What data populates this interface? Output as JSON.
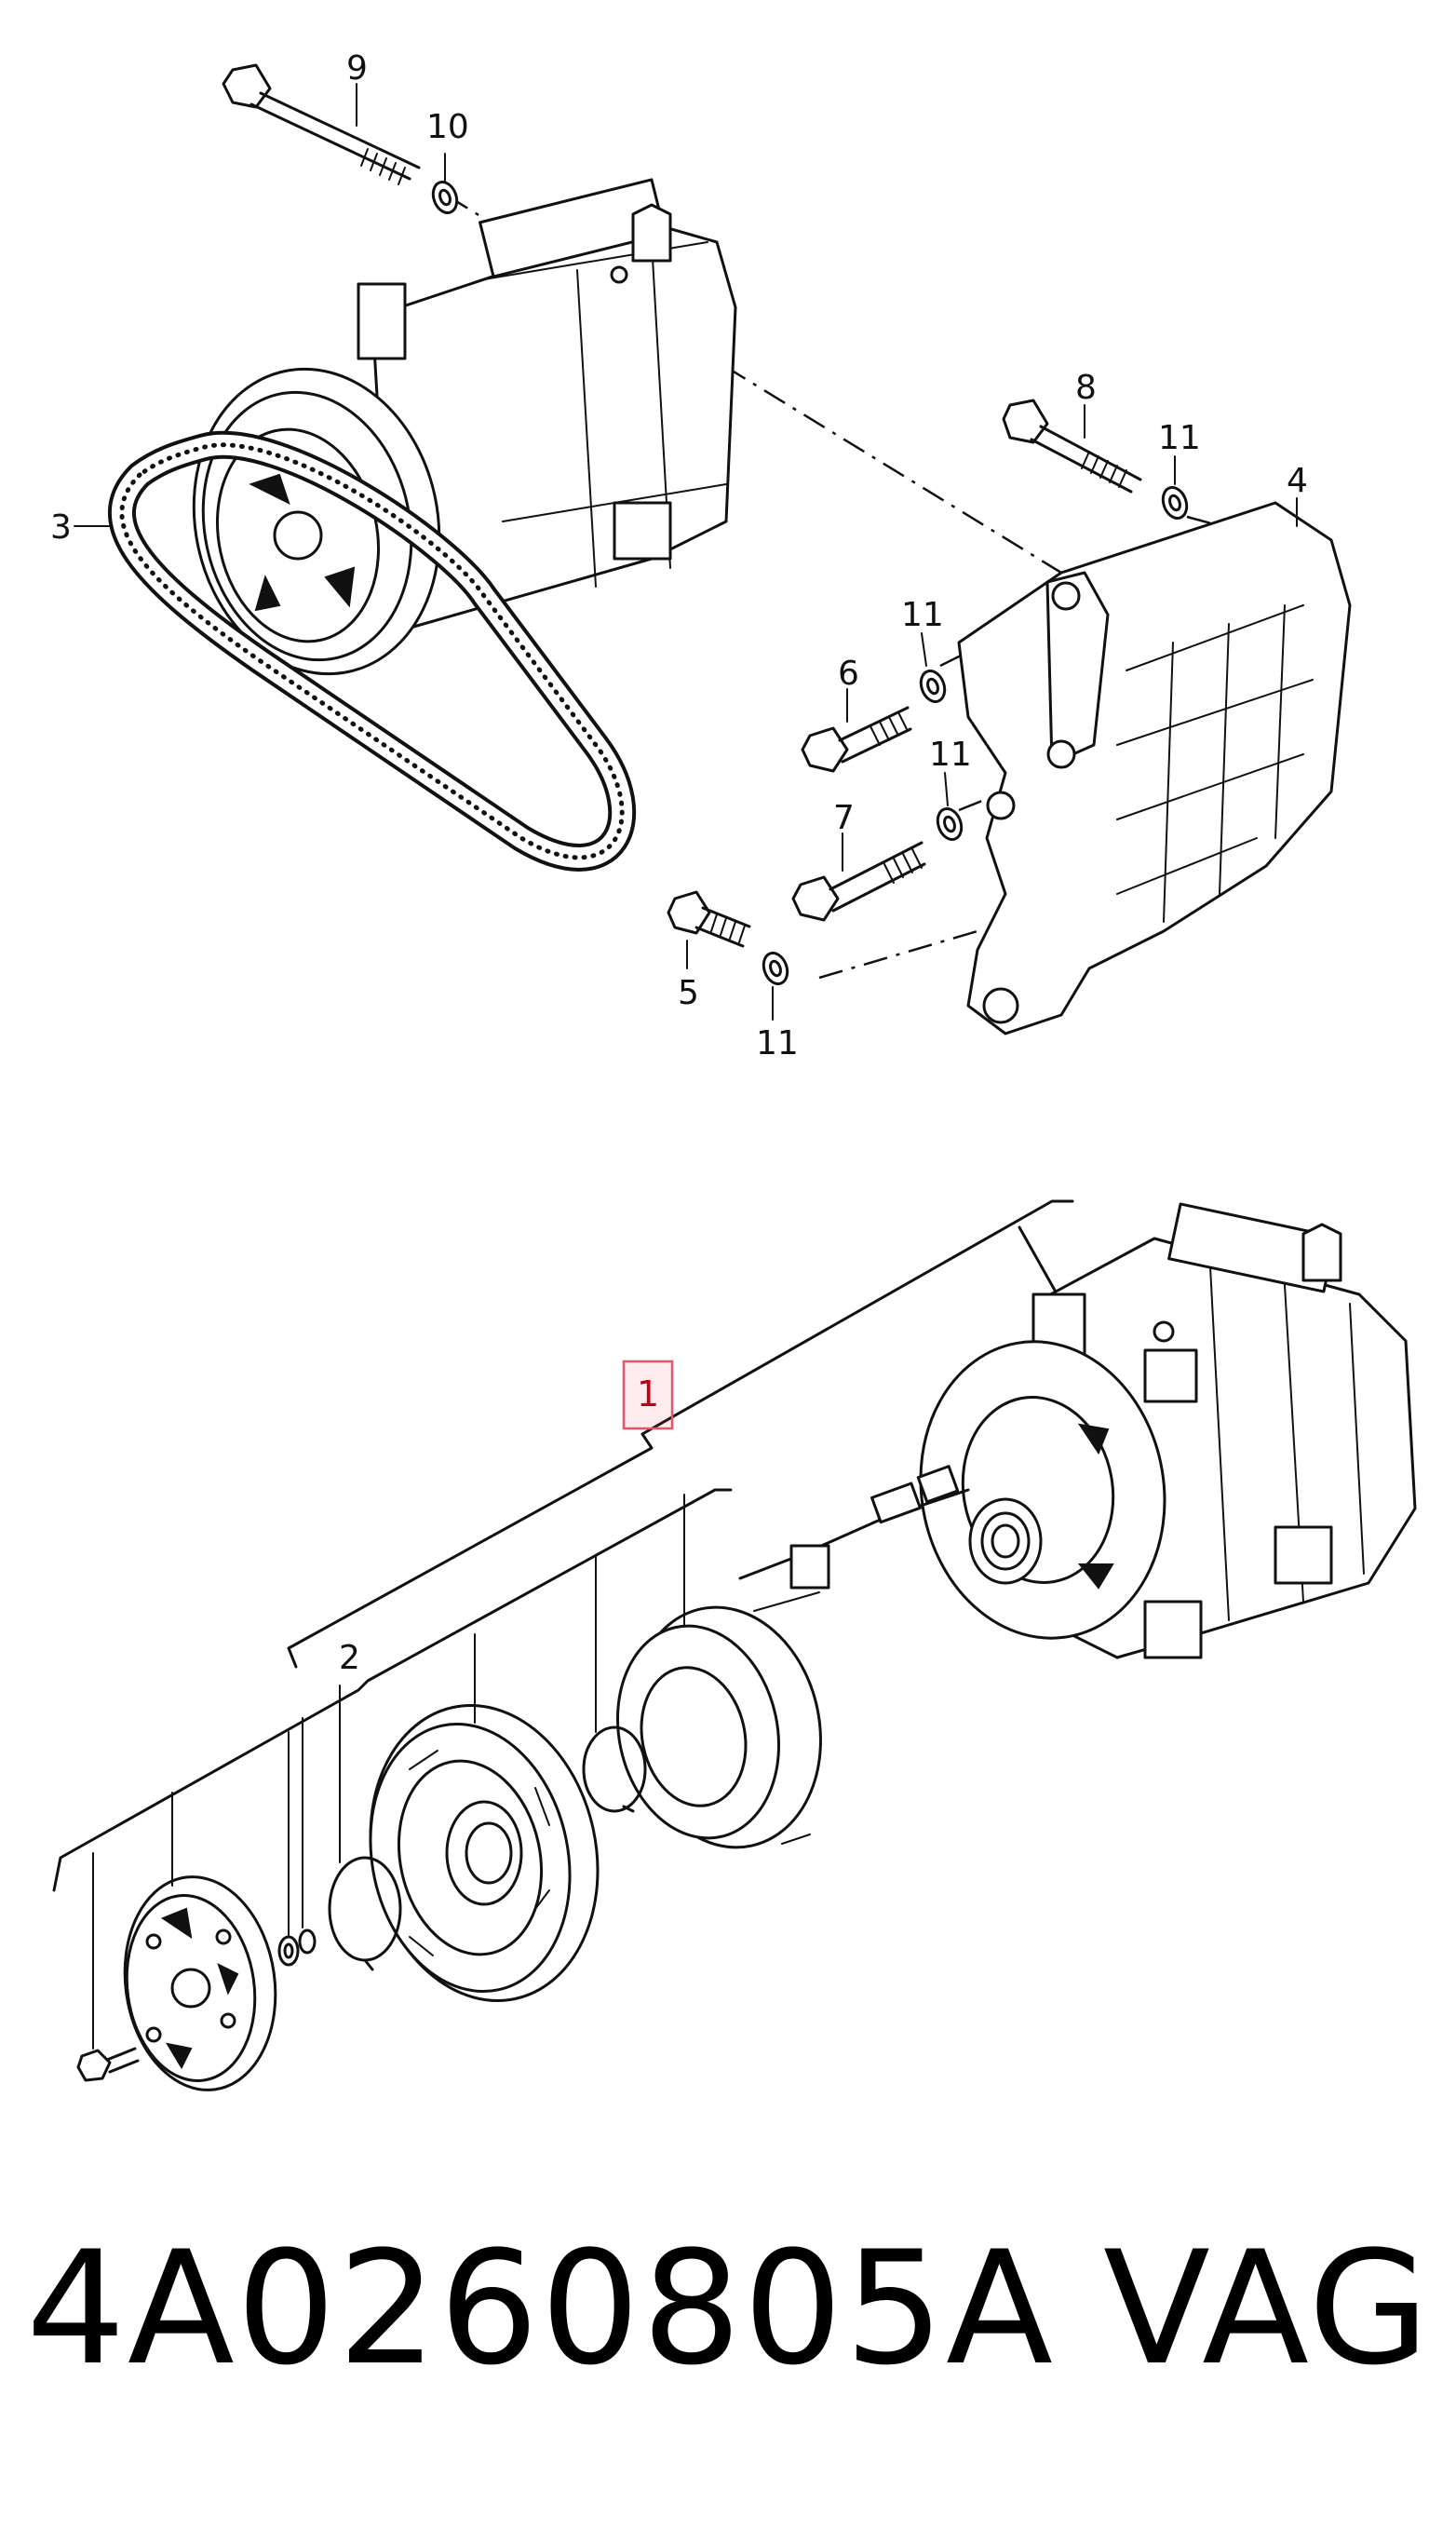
{
  "callouts": {
    "c1": "1",
    "c2": "2",
    "c3": "3",
    "c4": "4",
    "c5": "5",
    "c6": "6",
    "c7": "7",
    "c8": "8",
    "c9": "9",
    "c10": "10",
    "c11a": "11",
    "c11b": "11",
    "c11c": "11",
    "c11d": "11"
  },
  "footer": {
    "part_number": "4A0260805A",
    "brand": "VAG"
  },
  "highlight_color": "#e0566a"
}
